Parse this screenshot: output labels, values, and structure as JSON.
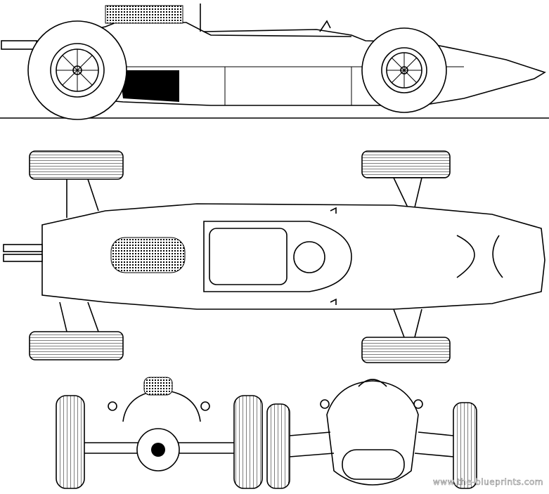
{
  "drawing": {
    "views": [
      "side",
      "top",
      "rear",
      "front"
    ],
    "watermark": "www.the-blueprints.com",
    "line_color": "#000000",
    "background": "#ffffff"
  }
}
